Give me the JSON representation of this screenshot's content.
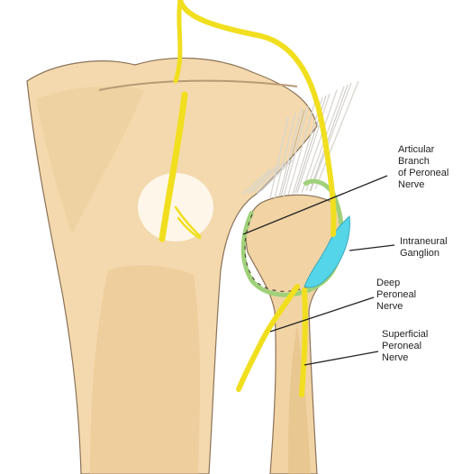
{
  "labels": {
    "articular": [
      "Articular",
      "Branch",
      "of Peroneal",
      "Nerve"
    ],
    "ganglion": [
      "Intraneural",
      "Ganglion"
    ],
    "deep": [
      "Deep",
      "Peroneal",
      "Nerve"
    ],
    "superficial": [
      "Superficial",
      "Peroneal",
      "Nerve"
    ]
  },
  "colors": {
    "bone": "#f3d9ad",
    "bone_shadow": "#e9c58f",
    "bone_outline": "#8a7258",
    "nerve": "#f1df1f",
    "ganglion": "#55d6e8",
    "articular_branch": "#9fd17a",
    "ligament": "#e8e6e1",
    "leader_line": "#222222"
  },
  "icons": {
    "bone": "tibia-fibula-illustration",
    "nerve": "peroneal-nerve-illustration"
  }
}
